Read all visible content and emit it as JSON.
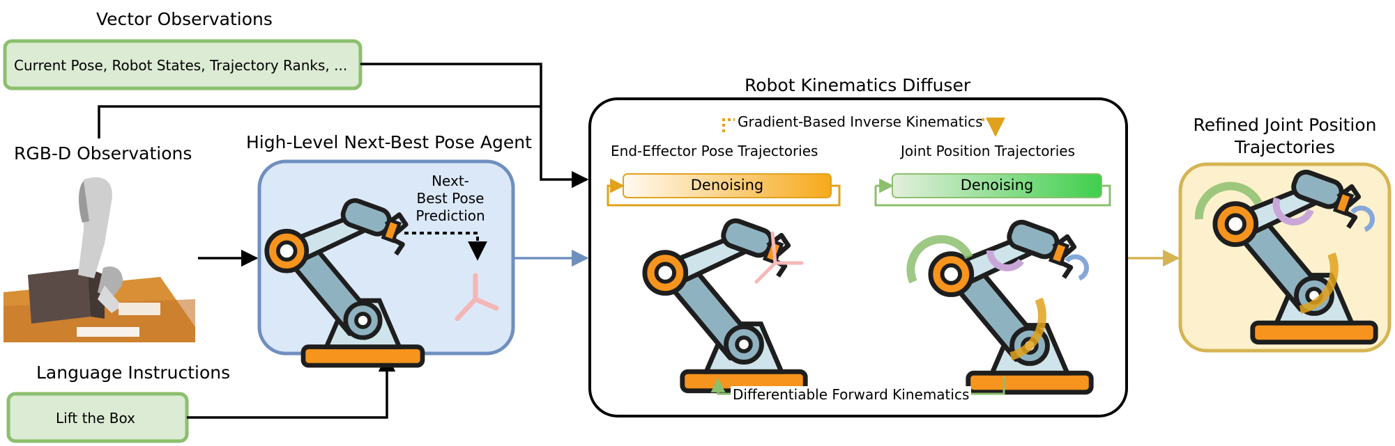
{
  "vector_obs": {
    "title": "Vector Observations",
    "content": "Current Pose, Robot States, Trajectory Ranks, ..."
  },
  "rgbd": {
    "title": "RGB-D Observations"
  },
  "language": {
    "title": "Language Instructions",
    "content": "Lift the Box"
  },
  "agent": {
    "title": "High-Level Next-Best Pose Agent",
    "prediction_lines": [
      "Next-",
      "Best Pose",
      "Prediction"
    ]
  },
  "diffuser": {
    "title": "Robot Kinematics Diffuser",
    "ik_label": "Gradient-Based Inverse Kinematics",
    "fk_label": "Differentiable Forward Kinematics",
    "ee_title": "End-Effector Pose Trajectories",
    "joint_title": "Joint Position Trajectories",
    "denoise_left": "Denoising",
    "denoise_right": "Denoising"
  },
  "output": {
    "title_lines": [
      "Refined Joint Position",
      "Trajectories"
    ]
  },
  "colors": {
    "green_fill": "#dcebd4",
    "green_stroke": "#8cbf6e",
    "blue_fill": "#dbe8f8",
    "blue_stroke": "#6f8fbf",
    "yellow_fill": "#fcf1cc",
    "yellow_stroke": "#d6b454",
    "orange": "#f7941d",
    "arm_blue": "#8fb2c0",
    "arm_dark": "#1e1e1e"
  }
}
